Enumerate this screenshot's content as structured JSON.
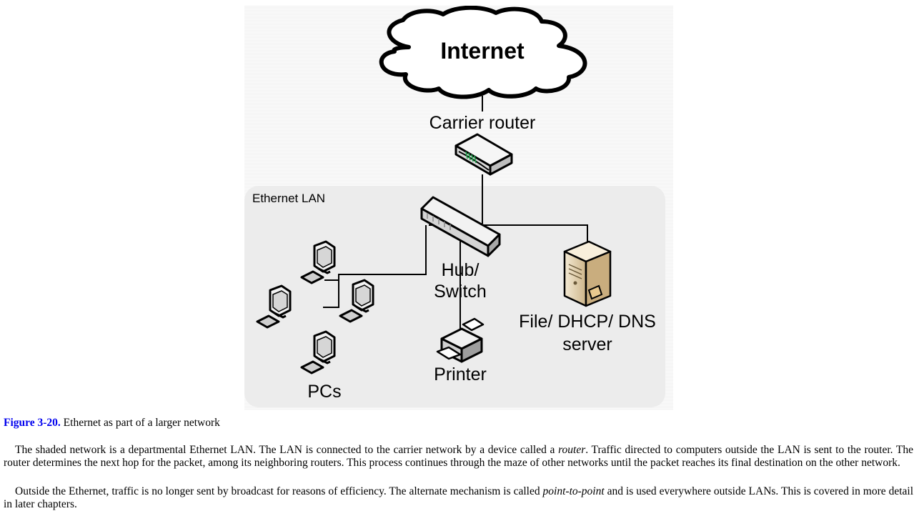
{
  "figure": {
    "internet_label": "Internet",
    "carrier_router_label": "Carrier router",
    "lan_label": "Ethernet LAN",
    "hub_label_line1": "Hub/",
    "hub_label_line2": "Switch",
    "server_label_line1": "File/ DHCP/ DNS",
    "server_label_line2": "server",
    "printer_label": "Printer",
    "pcs_label": "PCs"
  },
  "caption": {
    "number": "Figure 3-20.",
    "text": " Ethernet as part of a larger network"
  },
  "paragraph1": {
    "before": "The shaded network is a departmental Ethernet LAN. The LAN is connected to the carrier network by a device called a ",
    "term": "router",
    "after": ". Traffic directed to computers outside the LAN is sent to the router. The router determines the next hop for the packet, among its neighboring routers. This process continues through the maze of other networks until the packet reaches its final destination on the other network."
  },
  "paragraph2": {
    "before": "Outside the Ethernet, traffic is no longer sent by broadcast for reasons of efficiency. The alternate mechanism is called ",
    "term": "point-to-point",
    "after": " and is used everywhere outside LANs. This is covered in more detail in later chapters."
  },
  "colors": {
    "link": "#0000ee",
    "lan_shade": "#ececec",
    "server_beige": "#e8d6b0"
  }
}
